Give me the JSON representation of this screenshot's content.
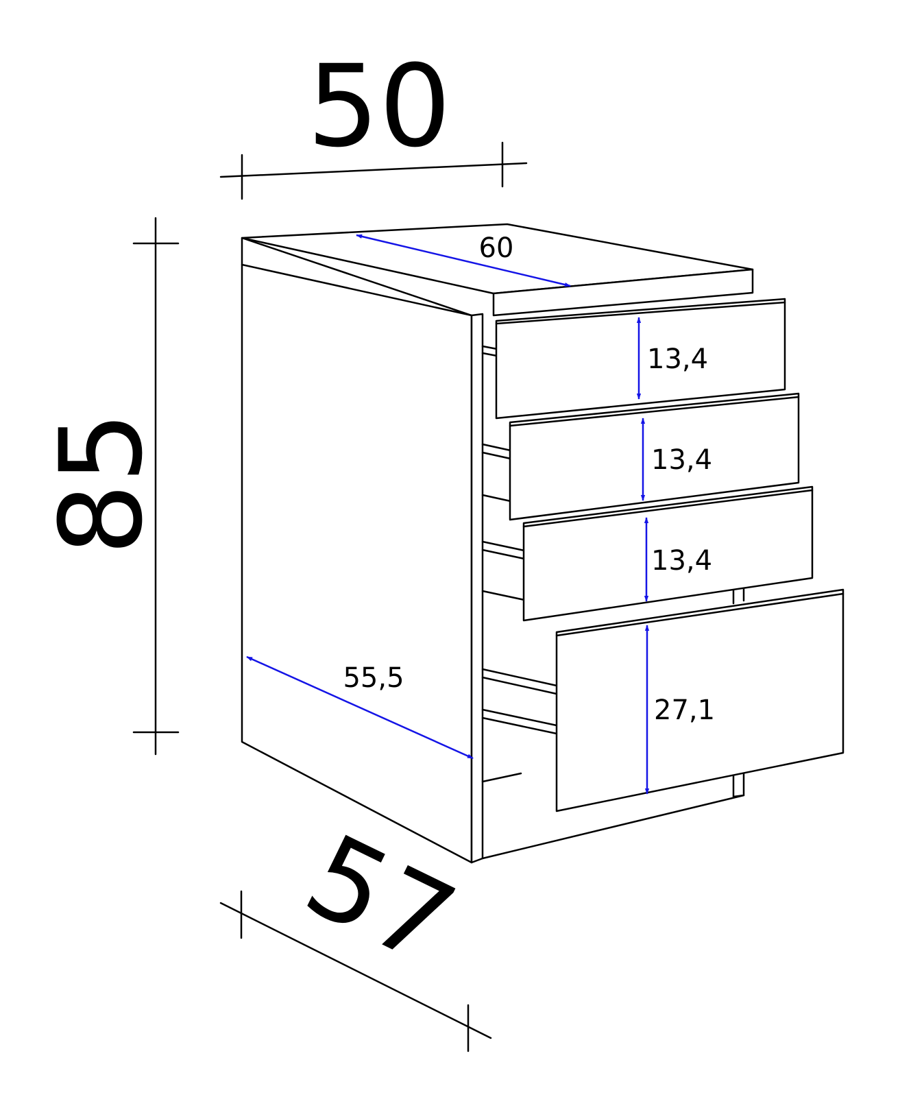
{
  "dimensions": {
    "width": "50",
    "height": "85",
    "depth": "57",
    "top_depth": "60",
    "inner_depth": "55,5",
    "drawer_1": "13,4",
    "drawer_2": "13,4",
    "drawer_3": "13,4",
    "drawer_4": "27,1"
  },
  "colors": {
    "outline": "#000000",
    "measurement_arrows": "#1414e6",
    "background": "#ffffff"
  }
}
